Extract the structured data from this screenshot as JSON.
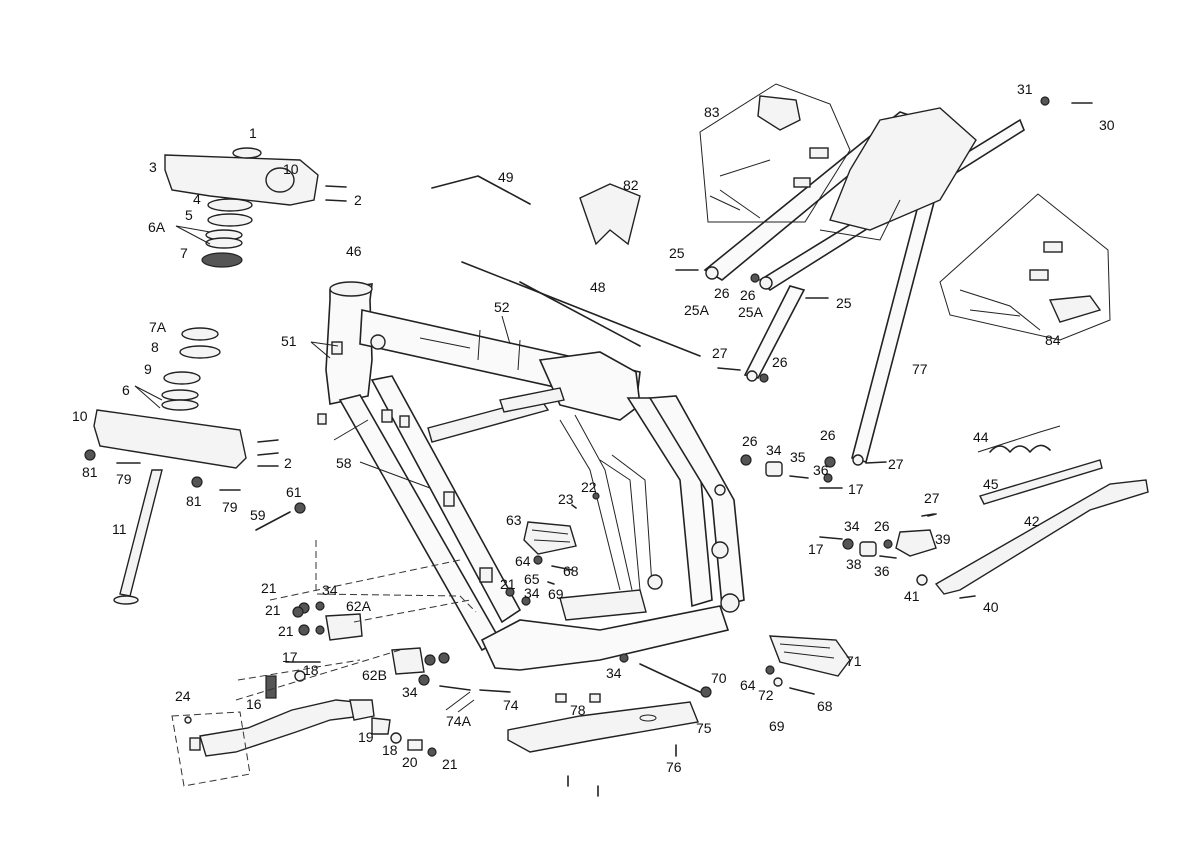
{
  "callouts": [
    {
      "text": "1"
    },
    {
      "text": "3"
    },
    {
      "text": "10"
    },
    {
      "text": "2"
    },
    {
      "text": "4"
    },
    {
      "text": "5"
    },
    {
      "text": "6A"
    },
    {
      "text": "7"
    },
    {
      "text": "49"
    },
    {
      "text": "82"
    },
    {
      "text": "83"
    },
    {
      "text": "31"
    },
    {
      "text": "30"
    },
    {
      "text": "46"
    },
    {
      "text": "48"
    },
    {
      "text": "25"
    },
    {
      "text": "26"
    },
    {
      "text": "26"
    },
    {
      "text": "25A"
    },
    {
      "text": "25A"
    },
    {
      "text": "25"
    },
    {
      "text": "84"
    },
    {
      "text": "52"
    },
    {
      "text": "51"
    },
    {
      "text": "7A"
    },
    {
      "text": "8"
    },
    {
      "text": "9"
    },
    {
      "text": "6"
    },
    {
      "text": "10"
    },
    {
      "text": "2"
    },
    {
      "text": "81"
    },
    {
      "text": "79"
    },
    {
      "text": "81"
    },
    {
      "text": "79"
    },
    {
      "text": "27"
    },
    {
      "text": "26"
    },
    {
      "text": "77"
    },
    {
      "text": "58"
    },
    {
      "text": "26"
    },
    {
      "text": "34"
    },
    {
      "text": "35"
    },
    {
      "text": "26"
    },
    {
      "text": "36"
    },
    {
      "text": "17"
    },
    {
      "text": "27"
    },
    {
      "text": "44"
    },
    {
      "text": "45"
    },
    {
      "text": "23"
    },
    {
      "text": "22"
    },
    {
      "text": "61"
    },
    {
      "text": "59"
    },
    {
      "text": "11"
    },
    {
      "text": "63"
    },
    {
      "text": "27"
    },
    {
      "text": "42"
    },
    {
      "text": "34"
    },
    {
      "text": "26"
    },
    {
      "text": "39"
    },
    {
      "text": "17"
    },
    {
      "text": "38"
    },
    {
      "text": "36"
    },
    {
      "text": "64"
    },
    {
      "text": "65"
    },
    {
      "text": "68"
    },
    {
      "text": "21"
    },
    {
      "text": "34"
    },
    {
      "text": "69"
    },
    {
      "text": "41"
    },
    {
      "text": "40"
    },
    {
      "text": "21"
    },
    {
      "text": "34"
    },
    {
      "text": "21"
    },
    {
      "text": "62A"
    },
    {
      "text": "21"
    },
    {
      "text": "17"
    },
    {
      "text": "18"
    },
    {
      "text": "62B"
    },
    {
      "text": "34"
    },
    {
      "text": "71"
    },
    {
      "text": "34"
    },
    {
      "text": "70"
    },
    {
      "text": "24"
    },
    {
      "text": "64"
    },
    {
      "text": "72"
    },
    {
      "text": "16"
    },
    {
      "text": "74"
    },
    {
      "text": "78"
    },
    {
      "text": "68"
    },
    {
      "text": "74A"
    },
    {
      "text": "69"
    },
    {
      "text": "75"
    },
    {
      "text": "19"
    },
    {
      "text": "18"
    },
    {
      "text": "20"
    },
    {
      "text": "21"
    },
    {
      "text": "76"
    }
  ]
}
